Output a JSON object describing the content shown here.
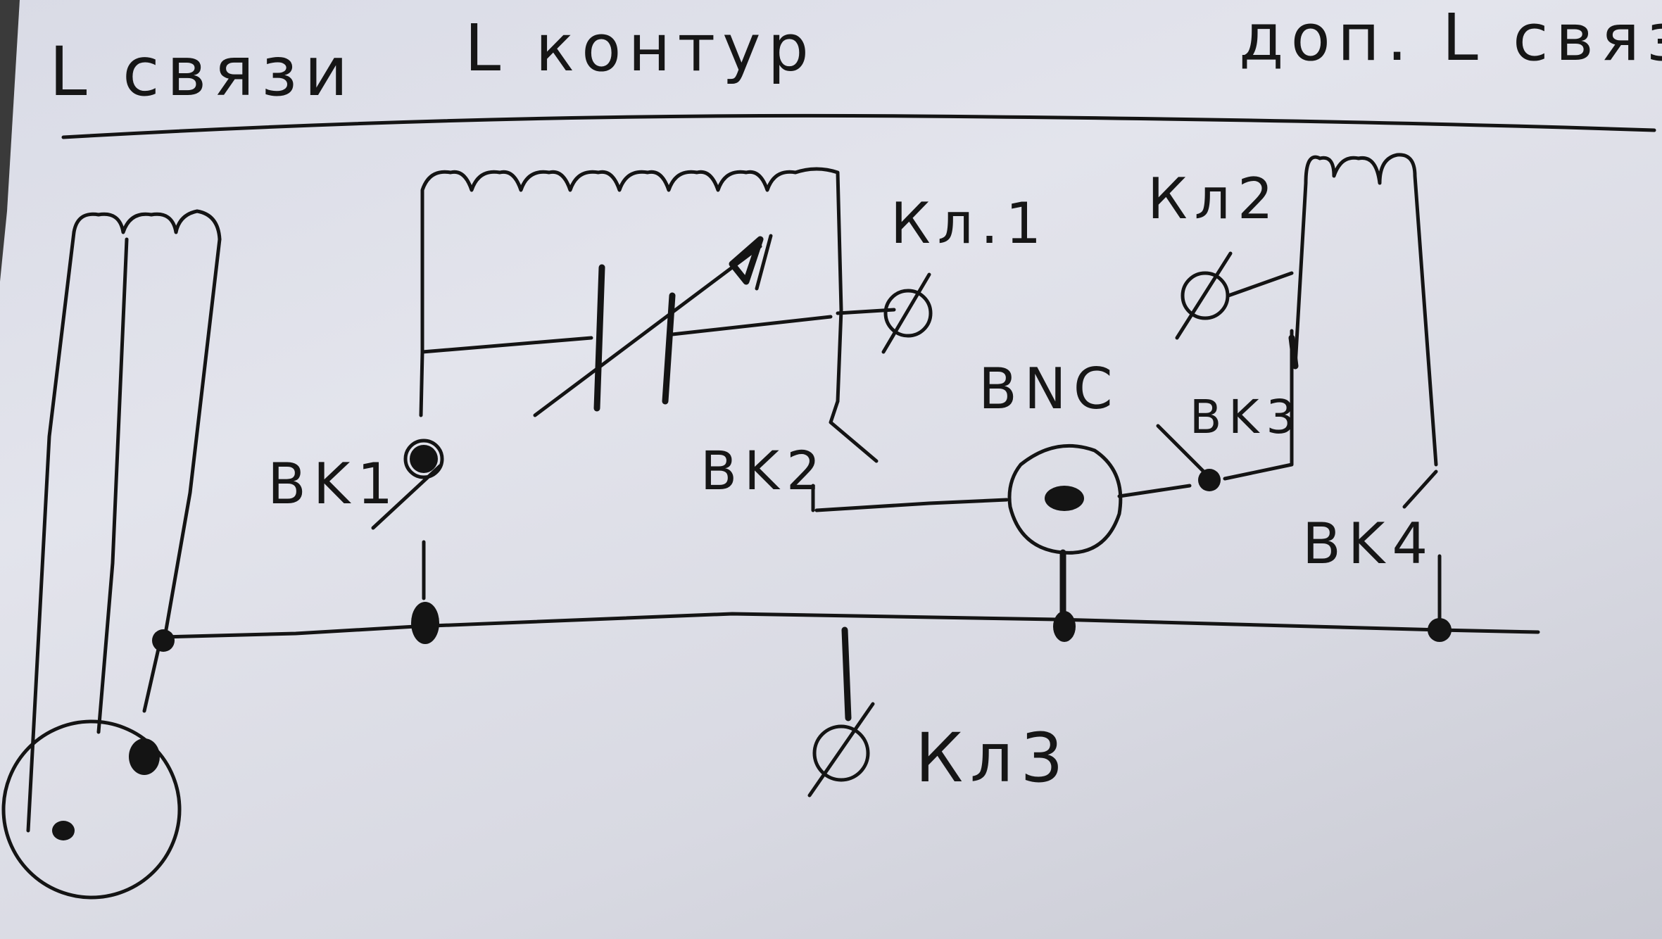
{
  "header": {
    "left": "L связи",
    "center": "L контур",
    "right": "доп. L связи"
  },
  "labels": {
    "vk1": "BK1",
    "vk2": "BK2",
    "vk3": "BK3",
    "vk4": "BK4",
    "kl1": "Кл.1",
    "kl2": "Кл2",
    "kl3": "Кл3",
    "bnc": "BNC"
  },
  "colors": {
    "ink": "#141414",
    "paper": "#dcdde6"
  }
}
